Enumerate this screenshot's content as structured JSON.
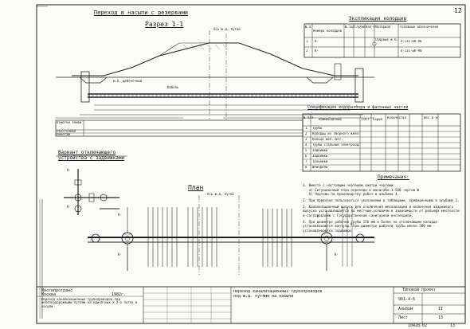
{
  "header": {
    "title": "Переход в насыпи с резервами",
    "section_title": "Разрез 1-1",
    "sheet_number": "12"
  },
  "profile": {
    "axis_label": "Ось ж.д. путей",
    "ballast_label": "м.б. щебеночный",
    "cable_label": "Кабель",
    "row_labels": [
      "Отметки земли и заложение полотна",
      "Расстояния",
      "Пикетаж"
    ]
  },
  "wells_table": {
    "title": "Экспликация колодцев",
    "headers": [
      "№ п/п",
      "Номера колодцев",
      "№ типов колодцев",
      "Глубина колодцев",
      "Кол-во шт.",
      "Материал",
      "Условные обозначения"
    ],
    "rows": [
      [
        "1",
        "К-",
        "",
        "",
        "",
        "Сборные ж.б. кольца",
        "4-III-БК-96"
      ],
      [
        "2",
        "К-",
        "",
        "",
        "",
        "",
        "4-III-БК-90"
      ]
    ]
  },
  "spec_table": {
    "title": "Спецификация водоразбора и фасонных частей",
    "headers": [
      "№ п/п",
      "Наименование",
      "ГОСТ",
      "Серия",
      "Количество",
      "Вес в кг"
    ],
    "rows": [
      [
        "1",
        "Трубы"
      ],
      [
        "2",
        "Колодцы из сборного железобетона"
      ],
      [
        "3",
        "Кольца жел.-бет."
      ],
      [
        "4",
        "Трубы стальные электросварные"
      ],
      [
        "5",
        "Задвижки"
      ],
      [
        "6",
        "Задвижки"
      ],
      [
        "7",
        "Тройники"
      ],
      [
        "8",
        "Шпиндели"
      ]
    ]
  },
  "variant_title": "Вариант отключающего устройства с задвижками",
  "plan_title": "План",
  "plan": {
    "axis_label": "Ось ж.д. путей",
    "well_labels": [
      "К-",
      "К-",
      "К-",
      "К-",
      "К-",
      "К-",
      "К-"
    ]
  },
  "notes": {
    "title": "Примечания:",
    "items": [
      "1. Вместе с настоящим чертежом смотри чертежи:",
      "   а) Ситуационный план перехода в масштабе 1:500 чертеж №",
      "   б) Чертежи по производству работ в альбоме 4.",
      "2. При привязке пользоваться указаниями в таблицами, приведенными в альбоме 1.",
      "3. Канализационный выпуск для отключения механизации и включения аварийного выпуска устанавливается по местным условиям в зависимости от рельефа местности и согласованию с Государственной санитарной инспекцией.",
      "4. При диаметре рабочей трубы 150 мм и более на отключающем колодце устанавливаются вантузы, при диаметре рабочей трубы менее 500 мм - устанавливаются задвижки."
    ]
  },
  "title_block": {
    "org": "Мосгипротранс",
    "city": "Москва",
    "year": "1982г.",
    "description": "Переход канализационных трубопроводов под железнодорожными путями на одиночных и 2-х путях в насыпи",
    "drawing_title": "Переход канализационных трубопроводов под ж.д. путями на насыпи",
    "type_project": "Типовой проект",
    "project_number": "901-4-6",
    "album_label": "Альбом",
    "album_number": "II",
    "sheet_label": "Лист",
    "sheet_number": "13",
    "footer_code": "10428-02",
    "footer_page": "13"
  }
}
